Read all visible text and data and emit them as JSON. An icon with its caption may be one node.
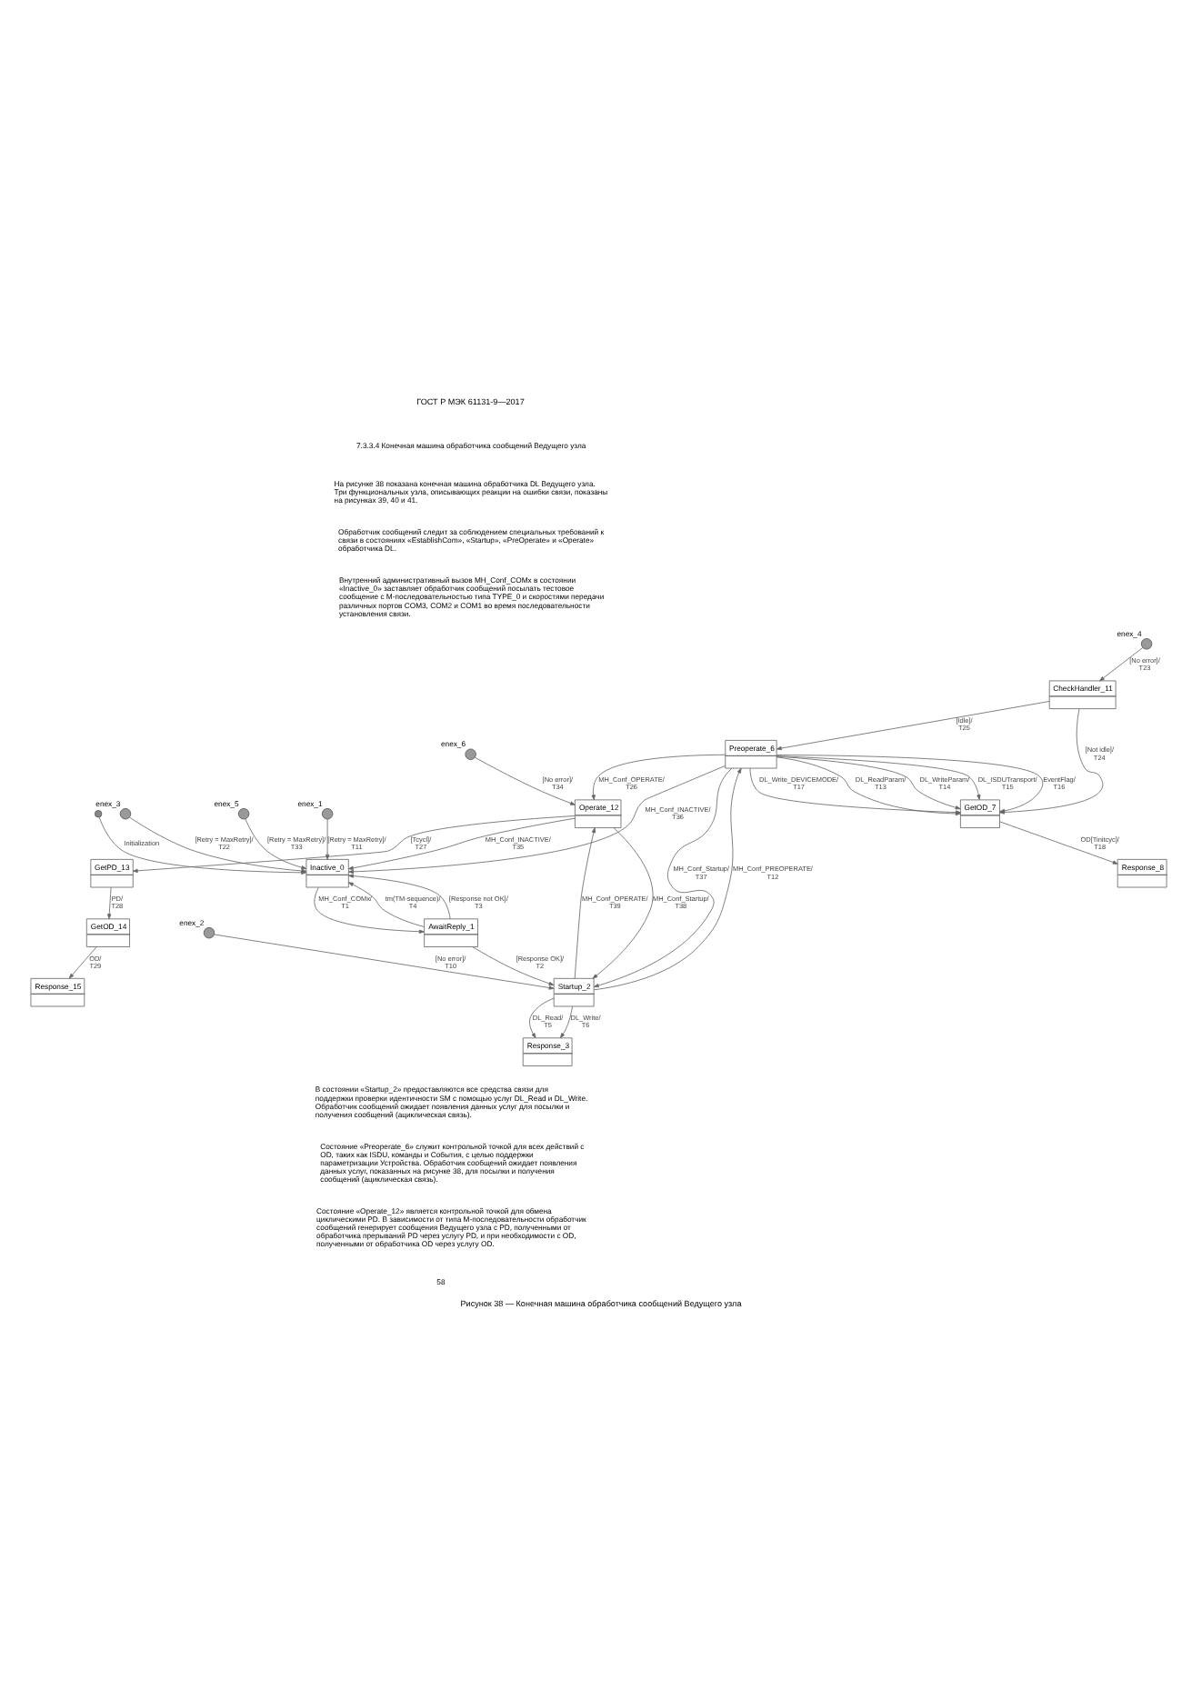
{
  "diagram": {
    "caption": "Рисунок 38 — Конечная машина обработчика сообщений Ведущего узла",
    "nodes": [
      {
        "text": [],
        "shape": "circle"
      },
      {
        "text": [
          "Operate_12"
        ]
      },
      {
        "text": [
          "Preoperate_6"
        ]
      },
      {
        "text": [
          "Startup_2"
        ]
      },
      {
        "text": [
          "Inactive_0"
        ]
      },
      {
        "text": [
          "GetOD_7"
        ]
      },
      {
        "text": [
          "GetPD_13"
        ]
      },
      {
        "text": [
          "AwaitReply_1"
        ]
      },
      {
        "text": [
          "GetOD_14"
        ]
      },
      {
        "text": [
          "CheckHandler_11"
        ]
      },
      {
        "text": [
          "Response_3"
        ]
      },
      {
        "text": [],
        "shape": "circle",
        "beside": [
          "enex_2"
        ]
      },
      {
        "text": [],
        "shape": "circle",
        "beside": [
          "enex_1"
        ]
      },
      {
        "text": [
          "Response_8"
        ]
      },
      {
        "text": [],
        "shape": "circle",
        "beside": [
          "enex_4"
        ]
      },
      {
        "text": [],
        "shape": "circle",
        "beside": [
          "enex_3"
        ]
      },
      {
        "text": [
          "Response_15"
        ]
      },
      {
        "text": [],
        "shape": "circle",
        "beside": [
          "enex_6"
        ]
      },
      {
        "text": [],
        "shape": "circle",
        "beside": [
          "enex_5"
        ]
      }
    ],
    "edges": [
      {
        "from": 0,
        "to": 4,
        "arrow": "to",
        "label": "Initialization"
      },
      {
        "from": 1,
        "to": 4,
        "arrow": "to",
        "label": "MH_Conf_INACTIVE/ T35"
      },
      {
        "from": 1,
        "to": 3,
        "arrow": "to",
        "label": "MH_Conf_Startup/ T38"
      },
      {
        "from": 3,
        "to": 1,
        "arrow": "to",
        "label": "MH_Conf_OPERATE/ T39"
      },
      {
        "from": 2,
        "to": 3,
        "arrow": "to",
        "label": "MH_Conf_Startup/ T37"
      },
      {
        "from": 2,
        "to": 4,
        "arrow": "to",
        "label": "MH_Conf_INACTIVE/ T36"
      },
      {
        "from": 3,
        "to": 2,
        "arrow": "to",
        "label": "MH_Conf_PREOPERATE/ T12"
      },
      {
        "from": 2,
        "to": 1,
        "arrow": "to",
        "label": "MH_Conf_OPERATE/ T26"
      },
      {
        "from": 1,
        "to": 6,
        "arrow": "to",
        "label": "[Tcycl]/ T27"
      },
      {
        "from": 2,
        "to": 5,
        "arrow": "to",
        "label": "DL_ReadParam/ T13"
      },
      {
        "from": 2,
        "to": 5,
        "arrow": "to",
        "label": "DL_WriteParam/ T14"
      },
      {
        "from": 2,
        "to": 5,
        "arrow": "to",
        "label": "DL_ISDUTransport/ T15"
      },
      {
        "from": 2,
        "to": 5,
        "arrow": "to",
        "label": "EventFlag/ T16"
      },
      {
        "from": 2,
        "to": 5,
        "arrow": "to",
        "label": "DL_Write_DEVICEMODE/ T17"
      },
      {
        "from": 3,
        "to": 10,
        "arrow": "to",
        "label": "DL_Write/ T6"
      },
      {
        "from": 3,
        "to": 10,
        "arrow": "to",
        "label": "DL_Read/ T5"
      },
      {
        "from": 4,
        "to": 7,
        "arrow": "to",
        "label": "MH_Conf_COMx/ T1"
      },
      {
        "from": 7,
        "to": 3,
        "arrow": "to",
        "label": "[Response OK]/ T2"
      },
      {
        "from": 7,
        "to": 4,
        "arrow": "to",
        "label": "tm(TM-sequence)/ T4"
      },
      {
        "from": 7,
        "to": 4,
        "arrow": "to",
        "label": "[Response not OK]/ T3"
      },
      {
        "from": 6,
        "to": 8,
        "arrow": "to",
        "label": "PD/ T28"
      },
      {
        "from": 9,
        "to": 2,
        "arrow": "to",
        "label": "[Idle]/ T25"
      },
      {
        "from": 9,
        "to": 5,
        "arrow": "to",
        "label": "[Not idle]/ T24"
      },
      {
        "from": 5,
        "to": 13,
        "arrow": "to",
        "label": "OD[Tinitcyc]/ T18"
      },
      {
        "from": 8,
        "to": 16,
        "arrow": "to",
        "label": "OD/ T29"
      },
      {
        "from": 11,
        "to": 3,
        "arrow": "to",
        "label": "[No error]/ T10"
      },
      {
        "from": 12,
        "to": 4,
        "arrow": "to",
        "label": "[Retry = MaxRetry]/ T11"
      },
      {
        "from": 14,
        "to": 9,
        "arrow": "to",
        "label": "[No error]/ T23"
      },
      {
        "from": 15,
        "to": 4,
        "arrow": "to",
        "label": "[Retry = MaxRetry]/ T22"
      },
      {
        "from": 17,
        "to": 1,
        "arrow": "to",
        "label": "[No error]/ T34"
      },
      {
        "from": 18,
        "to": 4,
        "arrow": "to",
        "label": "[Retry = MaxRetry]/ T33"
      }
    ],
    "labels": [
      "ГОСТ Р МЭК 61131-9—2017",
      "7.3.3.4 Конечная машина обработчика сообщений Ведущего узла",
      "На рисунке 38 показана конечная машина обработчика DL Ведущего узла. Три функциональных узла, описывающих реакции на ошибки связи, показаны на рисунках 39, 40 и 41.",
      "Обработчик сообщений следит за соблюдением специальных требований к связи в состояниях «EstablishCom», «Startup», «PreOperate» и «Operate» обработчика DL.",
      "Внутренний административный вызов MH_Conf_COMx в состоянии «Inactive_0» заставляет обработчик сообщений посылать тестовое сообщение с М-последовательностью типа TYPE_0 и скоростями передачи различных портов COM3, COM2 и COM1 во время последовательности установления связи.",
      "В состоянии «Startup_2» предоставляются все средства связи для поддержки проверки идентичности SM с помощью услуг DL_Read и DL_Write. Обработчик сообщений ожидает появления данных услуг для посылки и получения сообщений (ациклическая связь).",
      "Состояние «Preoperate_6» служит контрольной точкой для всех действий с OD, таких как ISDU, команды и События, с целью поддержки параметризации Устройства. Обработчик сообщений ожидает появления данных услуг, показанных на рисунке 38, для посылки и получения сообщений (ациклическая связь).",
      "Состояние «Operate_12» является контрольной точкой для обмена циклическими PD. В зависимости от типа М-последовательности обработчик сообщений генерирует сообщения Ведущего узла с PD, полученными от обработчика прерываний PD через услугу PD, и при необходимости с OD, полученными от обработчика OD через услугу OD.",
      "58"
    ]
  }
}
